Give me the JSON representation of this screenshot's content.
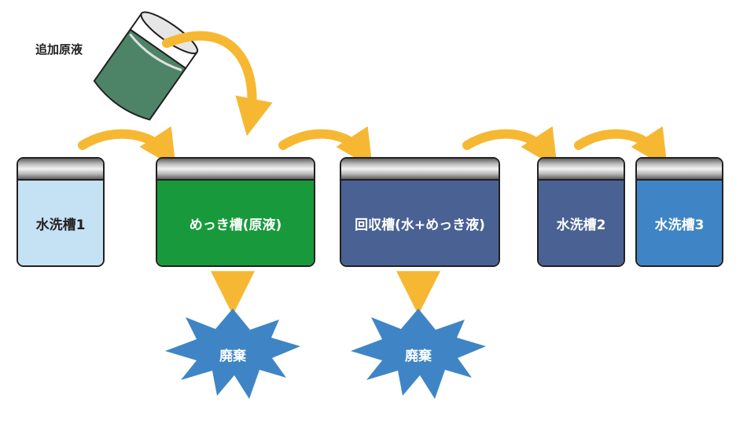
{
  "additive_label": "追加原液",
  "tanks": [
    {
      "label": "水洗槽1",
      "fill": "#c5e1f4",
      "text_color": "#231f20"
    },
    {
      "label": "めっき槽(原液)",
      "fill": "#189a3c",
      "text_color": "#ffffff"
    },
    {
      "label": "回収槽(水+めっき液)",
      "fill": "#496293",
      "text_color": "#ffffff"
    },
    {
      "label": "水洗槽2",
      "fill": "#496293",
      "text_color": "#ffffff"
    },
    {
      "label": "水洗槽3",
      "fill": "#3f85c6",
      "text_color": "#ffffff"
    }
  ],
  "waste": [
    {
      "label": "廃棄"
    },
    {
      "label": "廃棄"
    }
  ],
  "colors": {
    "arrow": "#f6b833",
    "burst": "#3f85c6",
    "beaker_liquid": "#4d8467",
    "outline": "#231f20"
  }
}
